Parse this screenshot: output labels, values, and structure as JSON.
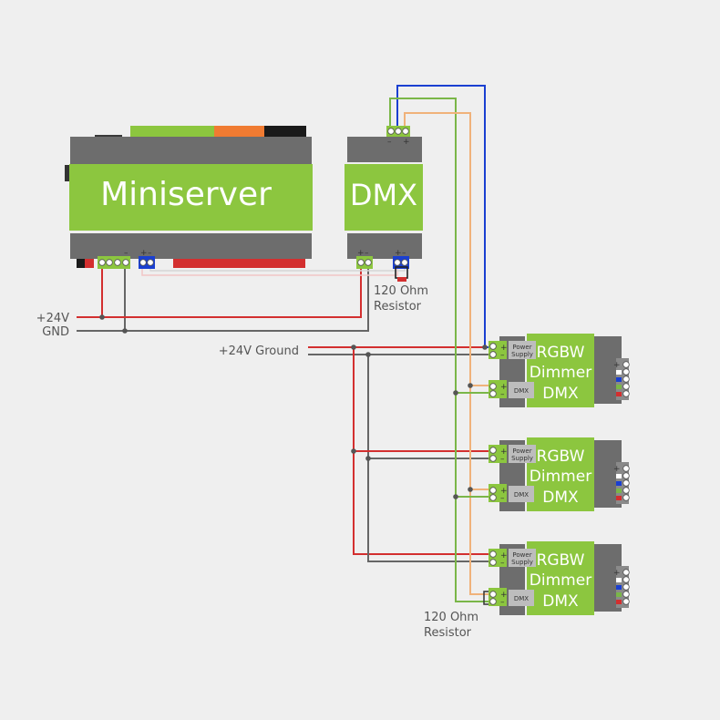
{
  "miniserver": {
    "title": "Miniserver",
    "term_right": "–",
    "term_blue_plus": "+",
    "term_blue_minus": "–"
  },
  "dmx_ext": {
    "title": "DMX",
    "top_minus": "–",
    "top_plus": "+",
    "bot_left_plus": "+",
    "bot_left_minus": "–",
    "bot_right_plus": "+",
    "bot_right_minus": "–"
  },
  "resistor_top": {
    "line1": "120 Ohm",
    "line2": "Resistor"
  },
  "resistor_bottom": {
    "line1": "120 Ohm",
    "line2": "Resistor"
  },
  "power_labels": {
    "plus24": "+24V",
    "gnd": "GND",
    "bus": "+24V Ground"
  },
  "dimmer": {
    "line1": "RGBW",
    "line2": "Dimmer",
    "line3": "DMX",
    "power_line1": "Power",
    "power_line2": "Supply",
    "dmx_tag": "DMX",
    "pin_plus": "+",
    "pin_minus": "–",
    "out_plus": "+"
  },
  "colors": {
    "green": "#8cc63f",
    "gray_dark": "#6d6d6d",
    "gray_light": "#8a8a8a",
    "red_wire": "#d32f2f",
    "gray_wire": "#666666",
    "green_wire": "#7ab648",
    "orange_wire": "#f0b27a",
    "blue_wire": "#1a3fd1",
    "pink_wire": "#f5b8b8"
  }
}
